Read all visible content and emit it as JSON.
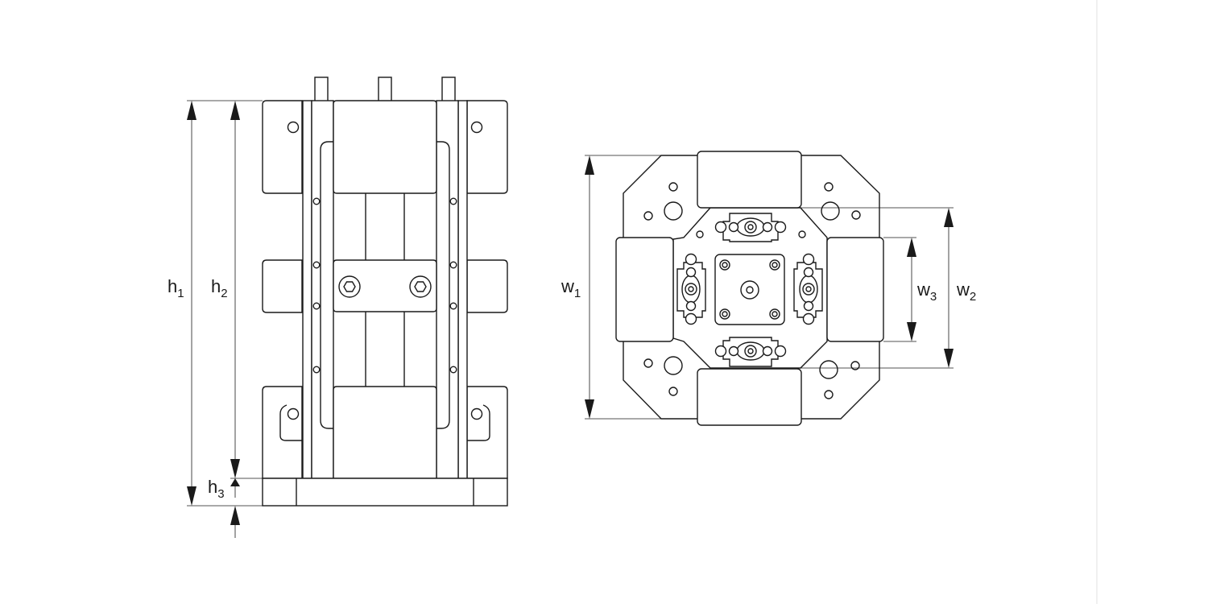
{
  "side_view": {
    "dims": {
      "h1": {
        "base": "h",
        "sub": "1"
      },
      "h2": {
        "base": "h",
        "sub": "2"
      },
      "h3": {
        "base": "h",
        "sub": "3"
      }
    }
  },
  "top_view": {
    "dims": {
      "w1": {
        "base": "w",
        "sub": "1"
      },
      "w2": {
        "base": "w",
        "sub": "2"
      },
      "w3": {
        "base": "w",
        "sub": "3"
      }
    }
  },
  "colors": {
    "line": "#1a1a1a",
    "background": "#ffffff",
    "edge": "#ececec"
  }
}
